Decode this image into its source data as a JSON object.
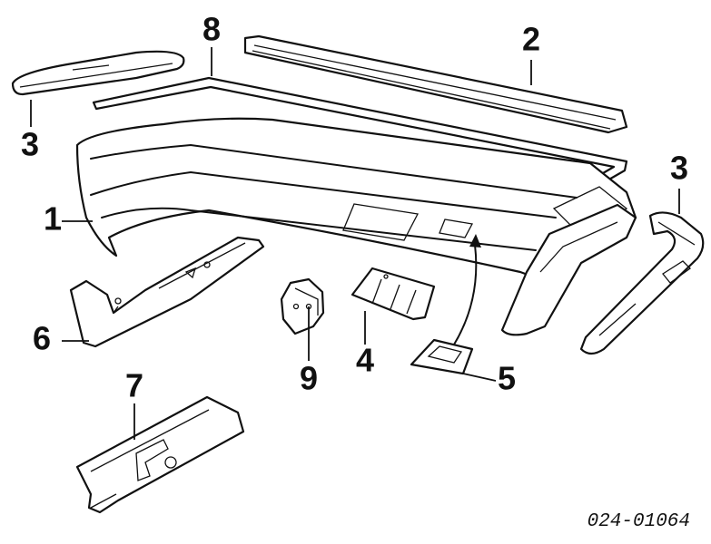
{
  "callouts": {
    "c1": "1",
    "c2": "2",
    "c3_left": "3",
    "c3_right": "3",
    "c4": "4",
    "c5": "5",
    "c6": "6",
    "c7": "7",
    "c8": "8",
    "c9": "9"
  },
  "diagram_code": "024-01064"
}
